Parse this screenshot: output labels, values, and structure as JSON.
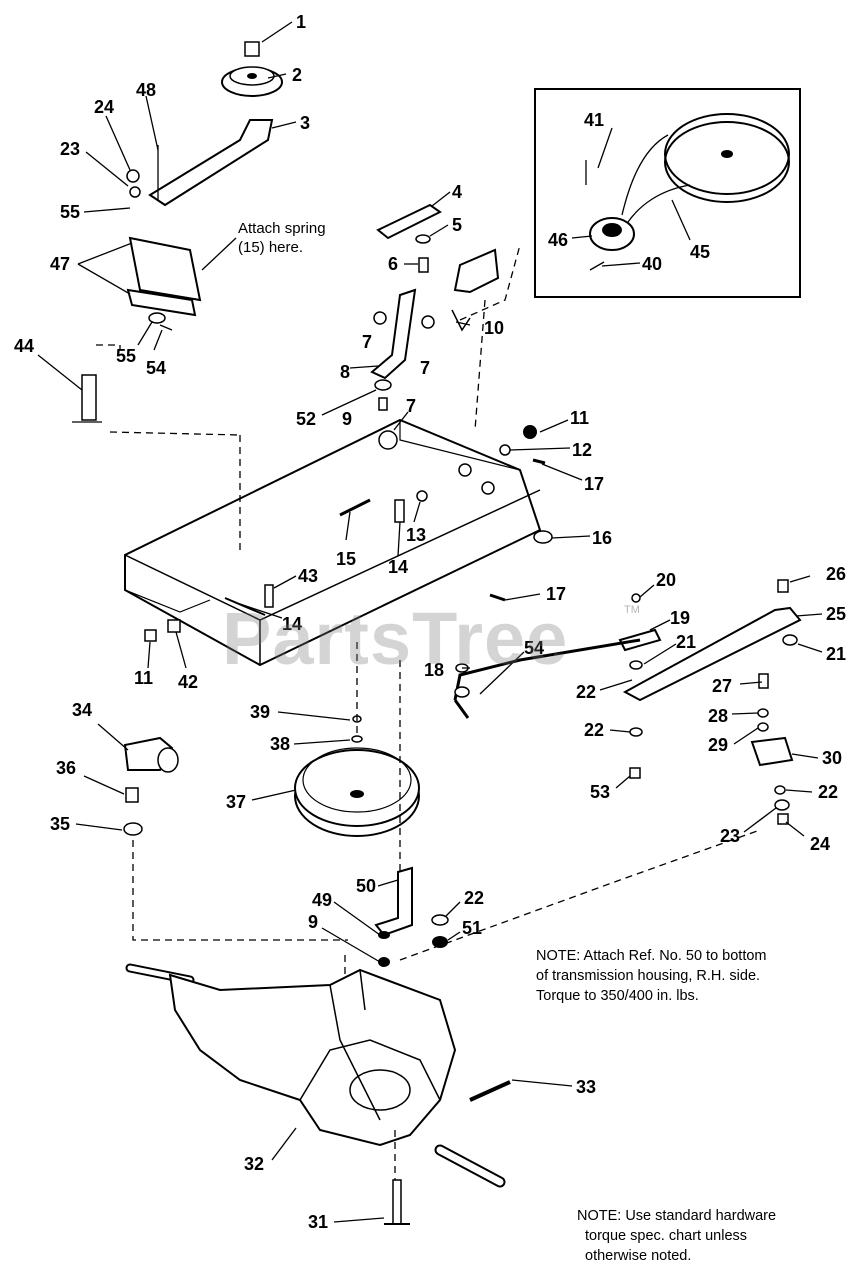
{
  "annotations": {
    "attach_spring_line1": "Attach spring",
    "attach_spring_line2": "(15) here.",
    "note_ref50_line1": "NOTE: Attach Ref. No. 50 to bottom",
    "note_ref50_line2": "of transmission housing, R.H. side.",
    "note_ref50_line3": "Torque to 350/400 in. lbs.",
    "note_hardware_line1": "NOTE: Use standard hardware",
    "note_hardware_line2": "torque spec. chart unless",
    "note_hardware_line3": "otherwise noted."
  },
  "watermark": {
    "text": "PartsTree",
    "tm": "TM"
  },
  "callouts": [
    {
      "id": "c1",
      "label": "1"
    },
    {
      "id": "c2",
      "label": "2"
    },
    {
      "id": "c3",
      "label": "3"
    },
    {
      "id": "c48",
      "label": "48"
    },
    {
      "id": "c24a",
      "label": "24"
    },
    {
      "id": "c23a",
      "label": "23"
    },
    {
      "id": "c55a",
      "label": "55"
    },
    {
      "id": "c47",
      "label": "47"
    },
    {
      "id": "c55b",
      "label": "55"
    },
    {
      "id": "c54a",
      "label": "54"
    },
    {
      "id": "c44",
      "label": "44"
    },
    {
      "id": "c4",
      "label": "4"
    },
    {
      "id": "c5",
      "label": "5"
    },
    {
      "id": "c6",
      "label": "6"
    },
    {
      "id": "c10",
      "label": "10"
    },
    {
      "id": "c7a",
      "label": "7"
    },
    {
      "id": "c7b",
      "label": "7"
    },
    {
      "id": "c8",
      "label": "8"
    },
    {
      "id": "c52",
      "label": "52"
    },
    {
      "id": "c9a",
      "label": "9"
    },
    {
      "id": "c7c",
      "label": "7"
    },
    {
      "id": "c11a",
      "label": "11"
    },
    {
      "id": "c12",
      "label": "12"
    },
    {
      "id": "c17a",
      "label": "17"
    },
    {
      "id": "c16",
      "label": "16"
    },
    {
      "id": "c13",
      "label": "13"
    },
    {
      "id": "c15",
      "label": "15"
    },
    {
      "id": "c14a",
      "label": "14"
    },
    {
      "id": "c43",
      "label": "43"
    },
    {
      "id": "c14b",
      "label": "14"
    },
    {
      "id": "c17b",
      "label": "17"
    },
    {
      "id": "c11b",
      "label": "11"
    },
    {
      "id": "c42",
      "label": "42"
    },
    {
      "id": "c41",
      "label": "41"
    },
    {
      "id": "c46",
      "label": "46"
    },
    {
      "id": "c40",
      "label": "40"
    },
    {
      "id": "c45",
      "label": "45"
    },
    {
      "id": "c20",
      "label": "20"
    },
    {
      "id": "c19",
      "label": "19"
    },
    {
      "id": "c26",
      "label": "26"
    },
    {
      "id": "c25",
      "label": "25"
    },
    {
      "id": "c21a",
      "label": "21"
    },
    {
      "id": "c21b",
      "label": "21"
    },
    {
      "id": "c54b",
      "label": "54"
    },
    {
      "id": "c18",
      "label": "18"
    },
    {
      "id": "c22a",
      "label": "22"
    },
    {
      "id": "c27",
      "label": "27"
    },
    {
      "id": "c28",
      "label": "28"
    },
    {
      "id": "c29",
      "label": "29"
    },
    {
      "id": "c30",
      "label": "30"
    },
    {
      "id": "c22b",
      "label": "22"
    },
    {
      "id": "c22c",
      "label": "22"
    },
    {
      "id": "c53",
      "label": "53"
    },
    {
      "id": "c23b",
      "label": "23"
    },
    {
      "id": "c24b",
      "label": "24"
    },
    {
      "id": "c39",
      "label": "39"
    },
    {
      "id": "c38",
      "label": "38"
    },
    {
      "id": "c37",
      "label": "37"
    },
    {
      "id": "c34",
      "label": "34"
    },
    {
      "id": "c36",
      "label": "36"
    },
    {
      "id": "c35",
      "label": "35"
    },
    {
      "id": "c50",
      "label": "50"
    },
    {
      "id": "c49",
      "label": "49"
    },
    {
      "id": "c9b",
      "label": "9"
    },
    {
      "id": "c22d",
      "label": "22"
    },
    {
      "id": "c51",
      "label": "51"
    },
    {
      "id": "c33",
      "label": "33"
    },
    {
      "id": "c32",
      "label": "32"
    },
    {
      "id": "c31",
      "label": "31"
    }
  ]
}
